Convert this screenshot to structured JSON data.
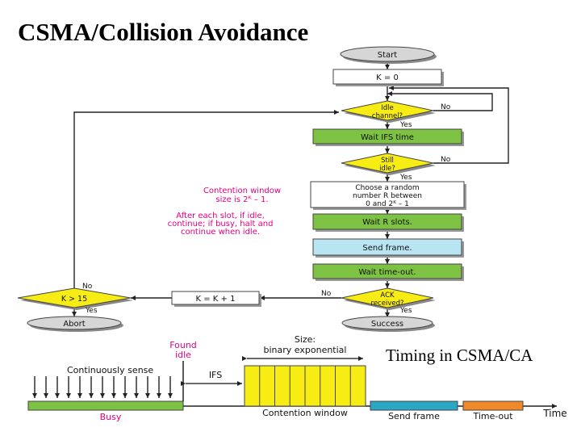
{
  "slide": {
    "title": "CSMA/Collision Avoidance",
    "timing_caption": "Timing in CSMA/CA"
  },
  "flowchart": {
    "start": "Start",
    "init": "K = 0",
    "idle_q": [
      "Idle",
      "channel?"
    ],
    "wait_ifs": "Wait IFS time",
    "still_idle_q": [
      "Still",
      "idle?"
    ],
    "choose": [
      "Choose a random",
      "number R between",
      "0 and 2ᴷ – 1"
    ],
    "wait_r": "Wait R slots.",
    "send": "Send frame.",
    "wait_timeout": "Wait time-out.",
    "ack_q": [
      "ACK",
      "received?"
    ],
    "success": "Success",
    "k_inc": "K = K + 1",
    "k_limit_q": "K > 15",
    "abort": "Abort",
    "yes": "Yes",
    "no": "No",
    "note_window": [
      "Contention window",
      "size is 2ᴷ – 1."
    ],
    "note_slot": [
      "After each slot, if idle,",
      "continue; if busy, halt and",
      "continue when idle."
    ],
    "colors": {
      "green": "#7dc242",
      "pink_text": "#e3007d",
      "blue_box": "#b9e4f2",
      "grey_terminal": "#d6d6d6",
      "yellow_diamond": "#f7ec13"
    }
  },
  "timing": {
    "found_idle": [
      "Found",
      "idle"
    ],
    "continuously_sense": "Continuously sense",
    "ifs": "IFS",
    "size_label": [
      "Size:",
      "binary exponential"
    ],
    "busy": "Busy",
    "contention_window": "Contention window",
    "send_frame": "Send frame",
    "time_out": "Time-out",
    "time": "Time",
    "colors": {
      "busy_bar": "#7dc242",
      "window_fill": "#f7ec13",
      "send_bar": "#2aa7c5",
      "timeout_bar": "#f08a28",
      "pink_text": "#e3007d"
    }
  }
}
